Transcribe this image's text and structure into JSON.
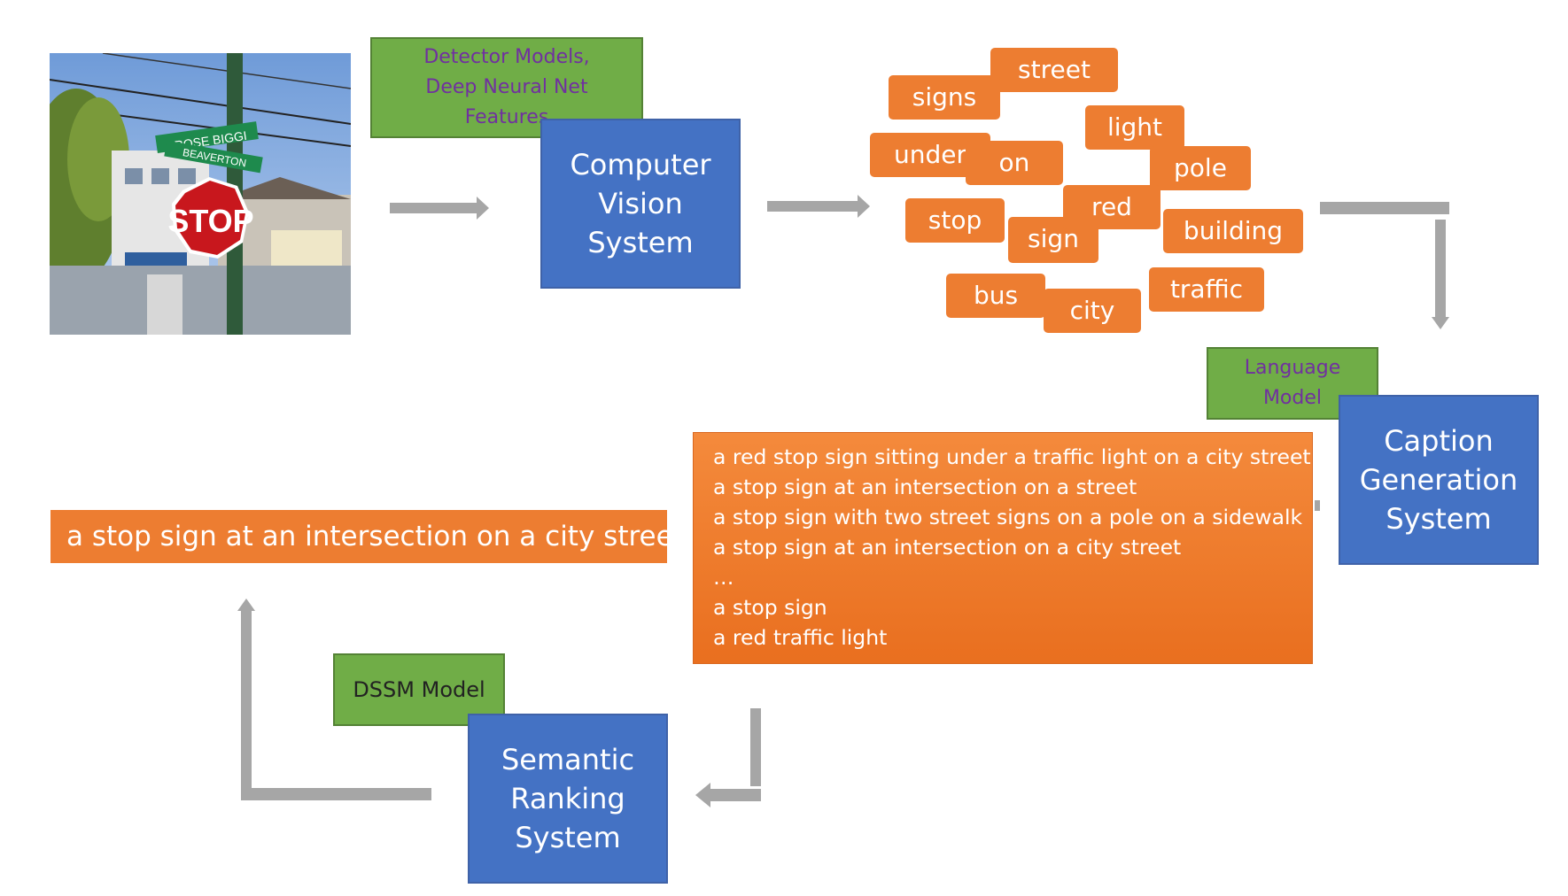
{
  "photo": {
    "street_sign_top": "ROSE BIGGI",
    "street_sign_bottom": "BEAVERTON",
    "stop_sign_text": "STOP"
  },
  "stages": {
    "computer_vision": {
      "title": [
        "Computer",
        "Vision",
        "System"
      ],
      "model_label": [
        "Detector Models,",
        "Deep Neural Net",
        "Features"
      ]
    },
    "caption_generation": {
      "title": [
        "Caption",
        "Generation",
        "System"
      ],
      "model_label": [
        "Language",
        "Model"
      ]
    },
    "semantic_ranking": {
      "title": [
        "Semantic",
        "Ranking",
        "System"
      ],
      "model_label": [
        "DSSM Model"
      ]
    }
  },
  "detected_words": [
    "street",
    "signs",
    "light",
    "under",
    "on",
    "pole",
    "red",
    "stop",
    "sign",
    "building",
    "traffic",
    "bus",
    "city"
  ],
  "caption_candidates": [
    "a red stop sign sitting under a traffic light on a city street",
    "a stop sign at an intersection on a street",
    "a stop sign with two street signs on a pole on a sidewalk",
    "a stop sign at an intersection on a city street",
    "…",
    "a stop sign",
    "a red traffic light"
  ],
  "final_caption": "a stop sign at an intersection on a city street",
  "colors": {
    "blue_box": "#4472c4",
    "green_box": "#70ad47",
    "orange_box": "#ed7d31",
    "arrow": "#a6a6a6",
    "model_label_text": "#7030a0"
  }
}
